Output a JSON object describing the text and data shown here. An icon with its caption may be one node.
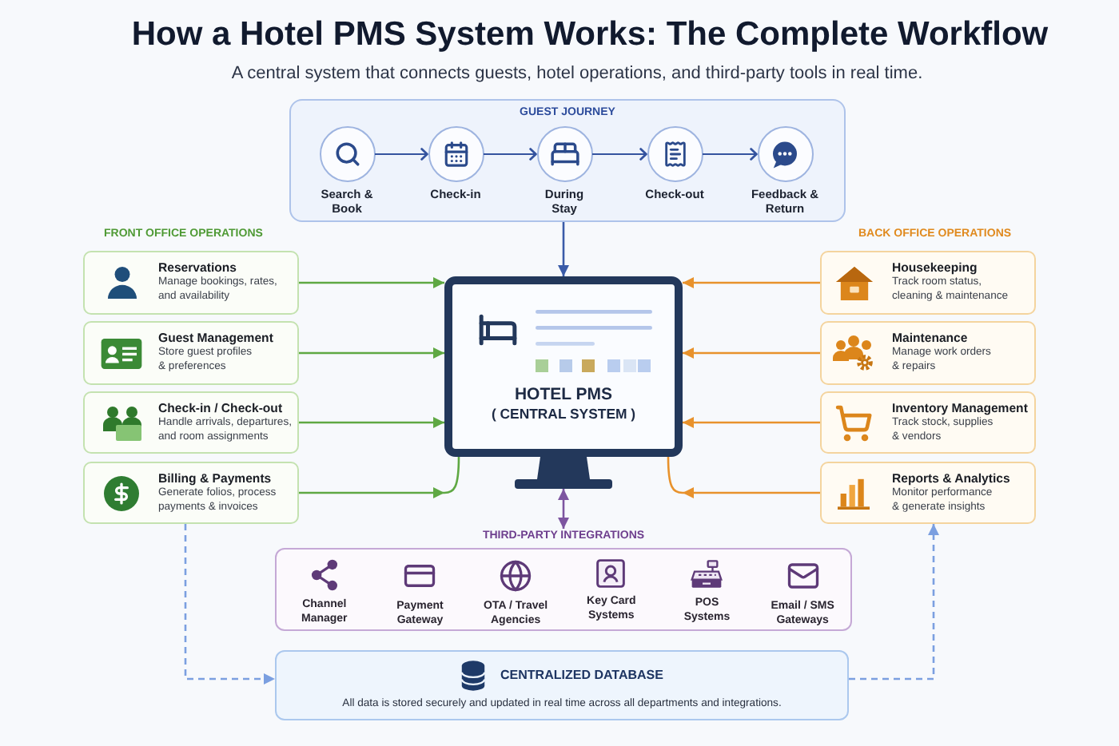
{
  "diagram": {
    "title": "How a Hotel PMS System Works: The Complete Workflow",
    "caption": "A central system that connects guests, hotel operations, and third-party tools in real time.",
    "nodes": [
      {
        "text": [
          "GUEST JOURNEY"
        ]
      },
      {
        "text": [
          "Search & Book"
        ],
        "in": 0
      },
      {
        "text": [
          "Check-in"
        ],
        "in": 0
      },
      {
        "text": [
          "During Stay"
        ],
        "in": 0
      },
      {
        "text": [
          "Check-out"
        ],
        "in": 0
      },
      {
        "text": [
          "Feedback & Return"
        ],
        "in": 0
      },
      {
        "text": [
          "Reservations",
          "Manage bookings, rates, and availability"
        ]
      },
      {
        "text": [
          "Guest Management",
          "Store guest profiles & preferences"
        ]
      },
      {
        "text": [
          "Check-in / Check-out",
          "Handle arrivals, departures, and room assignments"
        ]
      },
      {
        "text": [
          "Billing & Payments",
          "Generate folios, process payments & invoices"
        ]
      },
      {
        "text": [
          "Housekeeping",
          "Track room status, cleaning & maintenance"
        ]
      },
      {
        "text": [
          "Maintenance",
          "Manage work orders & repairs"
        ]
      },
      {
        "text": [
          "Inventory Management",
          "Track stock, supplies & vendors"
        ]
      },
      {
        "text": [
          "Reports & Analytics",
          "Monitor performance & generate insights"
        ]
      },
      {
        "text": [
          "HOTEL PMS",
          "( CENTRAL SYSTEM )"
        ]
      },
      {
        "text": [
          "THIRD-PARTY INTEGRATIONS"
        ]
      },
      {
        "text": [
          "CENTRALIZED DATABASE",
          "All data is stored securely and updated in real time across all departments and integrations."
        ]
      }
    ],
    "edges": [
      {
        "from": 1,
        "to": 2,
        "arrow": "to",
        "color": "#34539f"
      },
      {
        "from": 2,
        "to": 3,
        "arrow": "to",
        "color": "#34539f"
      },
      {
        "from": 3,
        "to": 4,
        "arrow": "to",
        "color": "#34539f"
      },
      {
        "from": 4,
        "to": 5,
        "arrow": "to",
        "color": "#34539f"
      },
      {
        "from": 0,
        "to": 14,
        "arrow": "to",
        "color": "#3a5ba8"
      },
      {
        "from": 6,
        "to": 14,
        "arrow": "to",
        "color": "#5fa843"
      },
      {
        "from": 7,
        "to": 14,
        "arrow": "to",
        "color": "#5fa843"
      },
      {
        "from": 8,
        "to": 14,
        "arrow": "to",
        "color": "#5fa843"
      },
      {
        "from": 9,
        "to": 14,
        "arrow": "to",
        "color": "#5fa843"
      },
      {
        "from": 10,
        "to": 14,
        "arrow": "to",
        "color": "#e8922c"
      },
      {
        "from": 11,
        "to": 14,
        "arrow": "to",
        "color": "#e8922c"
      },
      {
        "from": 12,
        "to": 14,
        "arrow": "to",
        "color": "#e8922c"
      },
      {
        "from": 13,
        "to": 14,
        "arrow": "to",
        "color": "#e8922c"
      },
      {
        "from": 14,
        "to": 15,
        "arrow": "both",
        "color": "#7d55a0"
      },
      {
        "from": 9,
        "to": 16,
        "arrow": "to",
        "style": "dashed",
        "color": "#7b9fe0"
      },
      {
        "from": 16,
        "to": 13,
        "arrow": "to",
        "style": "dashed",
        "color": "#7b9fe0"
      }
    ],
    "labels": [
      "FRONT OFFICE OPERATIONS",
      "BACK OFFICE OPERATIONS",
      "Channel Manager",
      "Payment Gateway",
      "OTA / Travel Agencies",
      "Key Card Systems",
      "POS Systems",
      "Email / SMS Gateways"
    ]
  }
}
